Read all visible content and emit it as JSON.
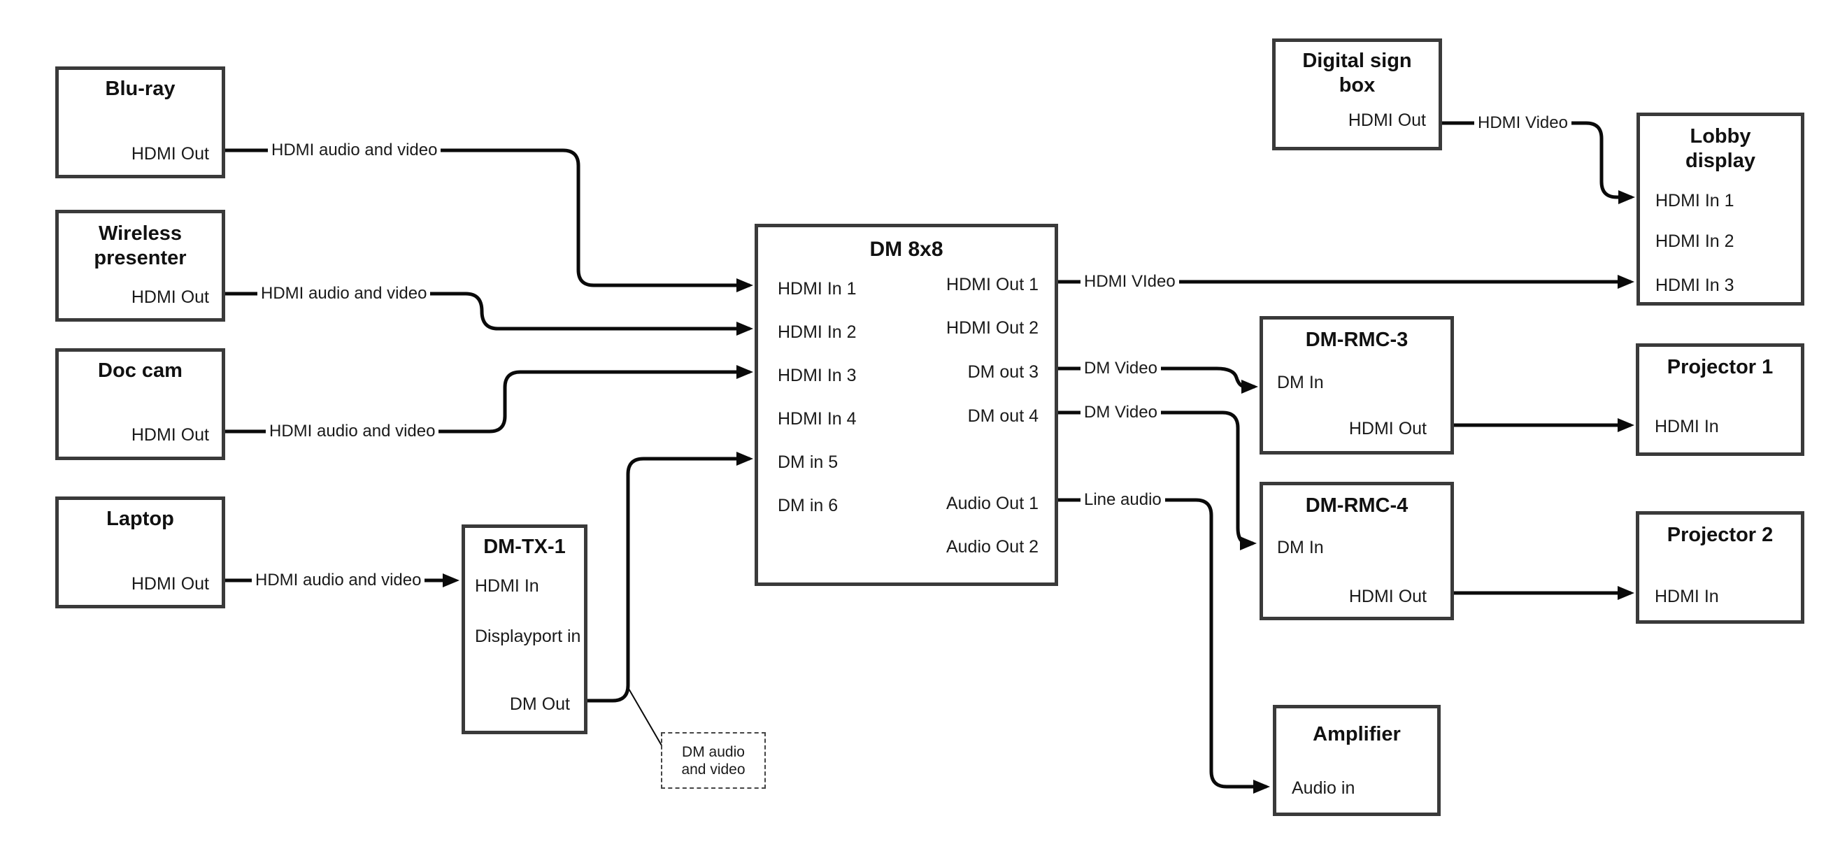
{
  "colors": {
    "line": "#0a0a0a",
    "box_border": "#3a3a3a",
    "text": "#111111",
    "background": "#ffffff"
  },
  "nodes": {
    "bluray": {
      "title": "Blu-ray",
      "port_hdmi_out": "HDMI Out"
    },
    "wireless": {
      "title": "Wireless presenter",
      "port_hdmi_out": "HDMI Out"
    },
    "doccam": {
      "title": "Doc cam",
      "port_hdmi_out": "HDMI Out"
    },
    "laptop": {
      "title": "Laptop",
      "port_hdmi_out": "HDMI Out"
    },
    "dmtx1": {
      "title": "DM-TX-1",
      "port_hdmi_in": "HDMI In",
      "port_displayport_in": "Displayport in",
      "port_dm_out": "DM Out"
    },
    "dm8x8": {
      "title": "DM 8x8",
      "inputs": [
        "HDMI In 1",
        "HDMI In 2",
        "HDMI In 3",
        "HDMI In 4",
        "DM in 5",
        "DM in 6"
      ],
      "outputs": [
        "HDMI Out 1",
        "HDMI Out 2",
        "DM out 3",
        "DM out 4",
        "Audio Out 1",
        "Audio Out 2"
      ]
    },
    "digitalsign": {
      "title": "Digital sign box",
      "port_hdmi_out": "HDMI Out"
    },
    "lobby": {
      "title": "Lobby display",
      "inputs": [
        "HDMI In 1",
        "HDMI In 2",
        "HDMI In 3"
      ]
    },
    "dmrmc3": {
      "title": "DM-RMC-3",
      "port_dm_in": "DM In",
      "port_hdmi_out": "HDMI Out"
    },
    "projector1": {
      "title": "Projector 1",
      "port_hdmi_in": "HDMI In"
    },
    "dmrmc4": {
      "title": "DM-RMC-4",
      "port_dm_in": "DM In",
      "port_hdmi_out": "HDMI Out"
    },
    "projector2": {
      "title": "Projector 2",
      "port_hdmi_in": "HDMI In"
    },
    "amplifier": {
      "title": "Amplifier",
      "port_audio_in": "Audio in"
    }
  },
  "edge_labels": {
    "bluray_to_dm8x8": "HDMI audio and video",
    "wireless_to_dm8x8": "HDMI audio and video",
    "doccam_to_dm8x8": "HDMI audio and video",
    "laptop_to_dmtx1": "HDMI audio and video",
    "hdmi_out1": "HDMI VIdeo",
    "dm_out3": "DM Video",
    "dm_out4": "DM Video",
    "audio_out1": "Line audio",
    "signbox_to_lobby": "HDMI Video"
  },
  "note": {
    "text": "DM audio and video"
  }
}
